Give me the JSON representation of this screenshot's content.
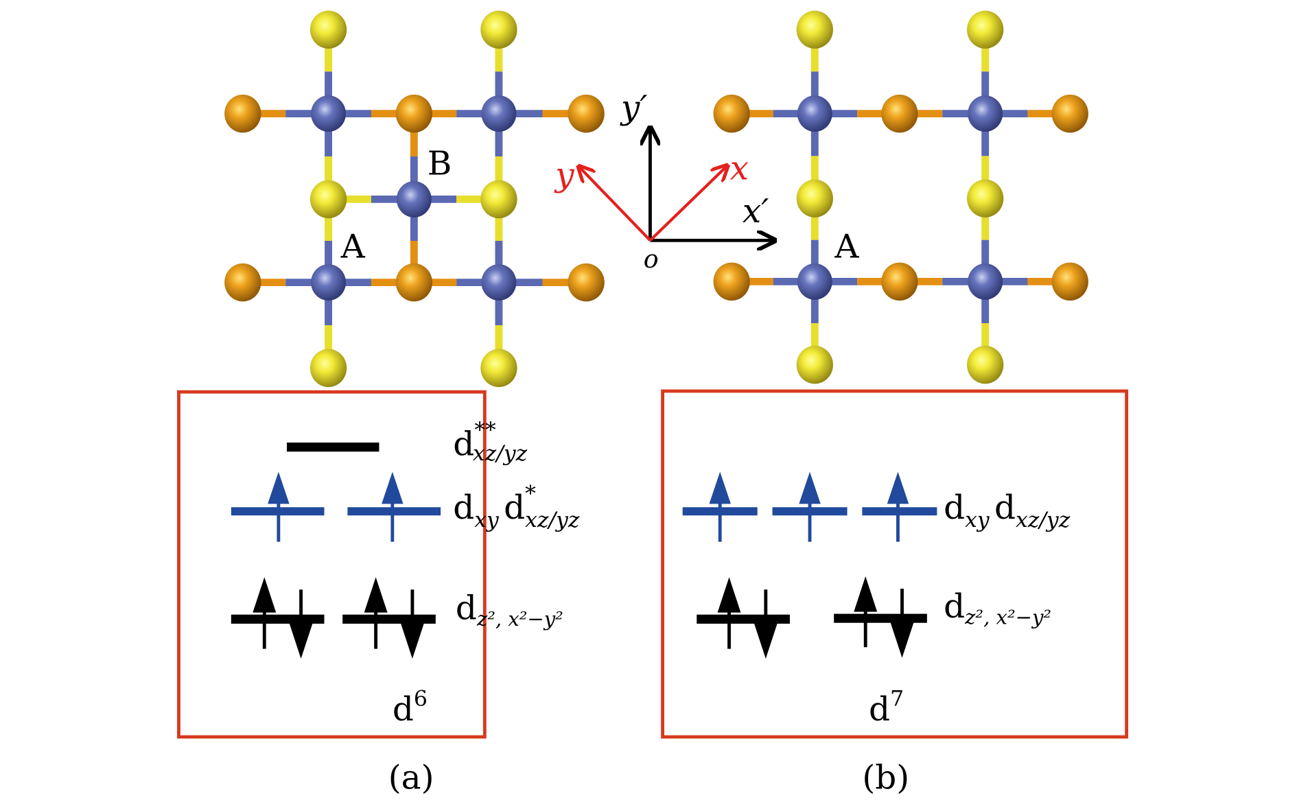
{
  "colors": {
    "box_border": "#d8391e",
    "spin_blue": "#214a9c",
    "axis_red": "#e5201e",
    "atom_yellow": "#e8de2c",
    "atom_orange": "#e38f12",
    "atom_blue": "#5b69b3"
  },
  "lattice": {
    "site_a": "A",
    "site_b": "B"
  },
  "axes": {
    "origin": "o",
    "x_prime": "x′",
    "y_prime": "y′",
    "x": "x",
    "y": "y"
  },
  "panel_a": {
    "label": "(a)",
    "config": "d",
    "config_sup": "6",
    "level_top": {
      "main": "d",
      "sup": "**",
      "sub": "xz/yz"
    },
    "level_mid": {
      "main1": "d",
      "sub1": "xy",
      "main2": "d",
      "sup2": "*",
      "sub2": "xz/yz"
    },
    "level_low": {
      "main": "d",
      "sub": "z², x²−y²"
    }
  },
  "panel_b": {
    "label": "(b)",
    "config": "d",
    "config_sup": "7",
    "level_mid": {
      "main1": "d",
      "sub1": "xy",
      "main2": "d",
      "sub2": "xz/yz"
    },
    "level_low": {
      "main": "d",
      "sub": "z², x²−y²"
    }
  }
}
